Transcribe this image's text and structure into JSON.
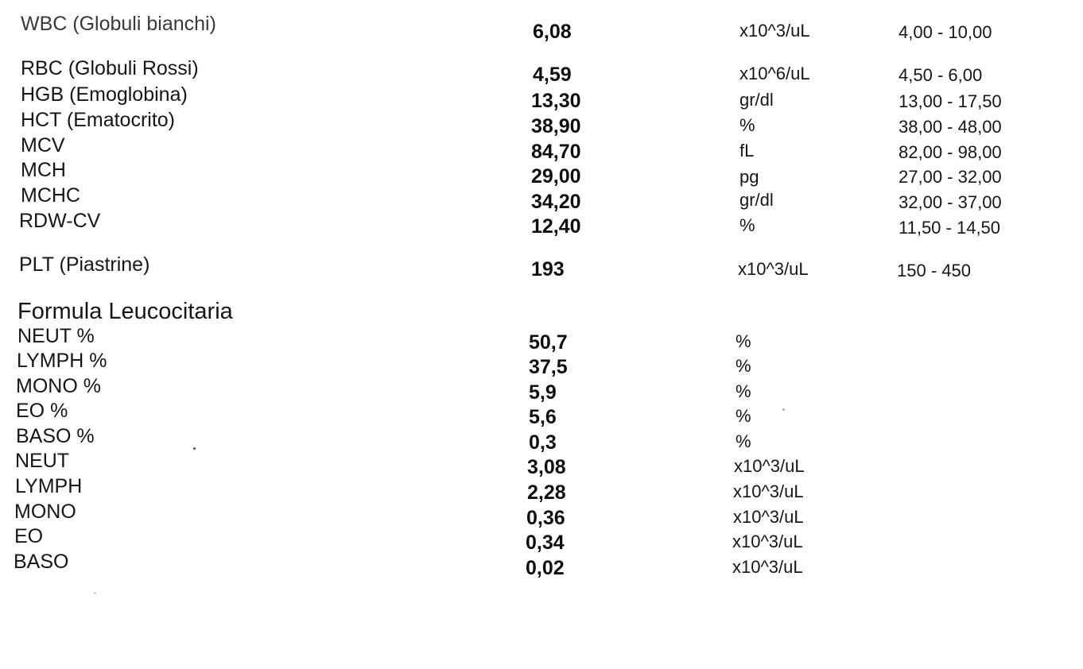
{
  "results": [
    {
      "name": "WBC (Globuli bianchi)",
      "value": "6,08",
      "unit": "x10^3/uL",
      "range": "4,00 - 10,00"
    },
    {
      "name": "RBC (Globuli Rossi)",
      "value": "4,59",
      "unit": "x10^6/uL",
      "range": "4,50 - 6,00"
    },
    {
      "name": "HGB (Emoglobina)",
      "value": "13,30",
      "unit": "gr/dl",
      "range": "13,00 - 17,50"
    },
    {
      "name": "HCT (Ematocrito)",
      "value": "38,90",
      "unit": "%",
      "range": "38,00 - 48,00"
    },
    {
      "name": "MCV",
      "value": "84,70",
      "unit": "fL",
      "range": "82,00 - 98,00"
    },
    {
      "name": "MCH",
      "value": "29,00",
      "unit": "pg",
      "range": "27,00 - 32,00"
    },
    {
      "name": "MCHC",
      "value": "34,20",
      "unit": "gr/dl",
      "range": "32,00 - 37,00"
    },
    {
      "name": "RDW-CV",
      "value": "12,40",
      "unit": "%",
      "range": "11,50 - 14,50"
    },
    {
      "name": "PLT (Piastrine)",
      "value": "193",
      "unit": "x10^3/uL",
      "range": "150 - 450"
    }
  ],
  "leukocyte_section": {
    "title": "Formula Leucocitaria",
    "rows": [
      {
        "name": "NEUT %",
        "value": "50,7",
        "unit": "%"
      },
      {
        "name": "LYMPH %",
        "value": "37,5",
        "unit": "%"
      },
      {
        "name": "MONO %",
        "value": "5,9",
        "unit": "%"
      },
      {
        "name": "EO %",
        "value": "5,6",
        "unit": "%"
      },
      {
        "name": "BASO %",
        "value": "0,3",
        "unit": "%"
      },
      {
        "name": "NEUT",
        "value": "3,08",
        "unit": "x10^3/uL"
      },
      {
        "name": "LYMPH",
        "value": "2,28",
        "unit": "x10^3/uL"
      },
      {
        "name": "MONO",
        "value": "0,36",
        "unit": "x10^3/uL"
      },
      {
        "name": "EO",
        "value": "0,34",
        "unit": "x10^3/uL"
      },
      {
        "name": "BASO",
        "value": "0,02",
        "unit": "x10^3/uL"
      }
    ]
  }
}
